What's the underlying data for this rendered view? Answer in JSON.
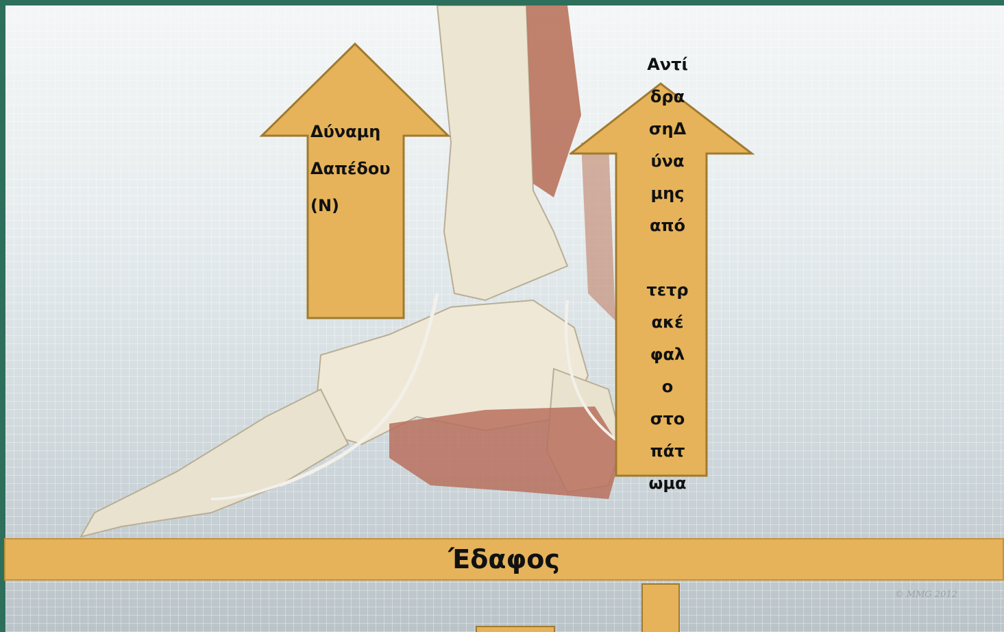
{
  "labels": {
    "left_arrow": "Δύναμη Δαπέδου (N)",
    "right_arrow_lines": [
      "Αντί",
      "δρα",
      "σηΔ",
      "ύνα",
      "μης",
      "από",
      "",
      "τετρ",
      "ακέ",
      "φαλ",
      "ο",
      "στο",
      "πάτ",
      "ωμα"
    ],
    "ground": "Έδαφος",
    "watermark": "© MMG 2012"
  },
  "colors": {
    "arrow_fill": "#e6b35a",
    "arrow_stroke": "#a07a2e",
    "border": "#2e6f5c"
  }
}
